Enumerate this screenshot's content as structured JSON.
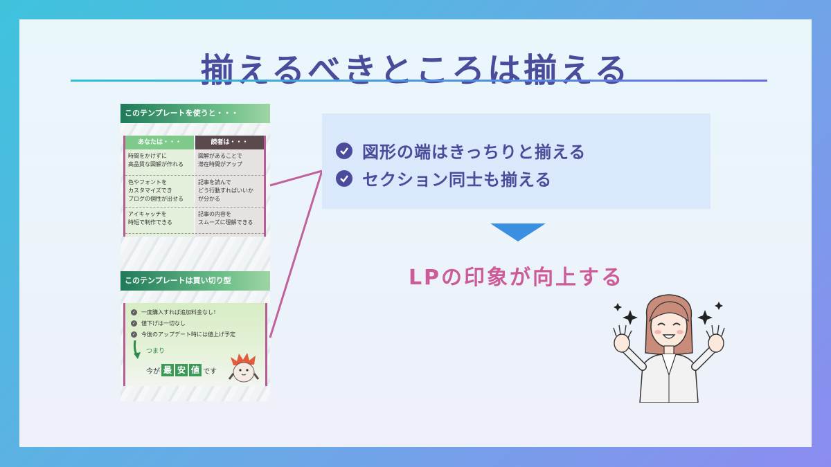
{
  "title": "揃えるべきところは揃える",
  "template_mock": {
    "header1": "このテンプレートを使うと・・・",
    "col_a_header": "あなたは・・・",
    "col_b_header": "読者は・・・",
    "col_a_rows": [
      "時間をかけずに\n高品質な図解が作れる",
      "色やフォントを\nカスタマイズでき\nブログの個性が出せる",
      "アイキャッチを\n時短で制作できる"
    ],
    "col_b_rows": [
      "図解があることで\n滞在時間がアップ",
      "記事を読んで\nどう行動すればいいか\nが分かる",
      "記事の内容を\nスムーズに理解できる"
    ],
    "header2": "このテンプレートは買い切り型",
    "bullets": [
      "一度購入すれば追加料金なし！",
      "値下げは一切なし",
      "今後のアップデート時には値上げ予定"
    ],
    "tsumari": "つまり",
    "price_prefix": "今が",
    "price_k1": "最",
    "price_k2": "安",
    "price_k3": "値",
    "price_suffix": "です"
  },
  "points": [
    "図形の端はきっちりと揃える",
    "セクション同士も揃える"
  ],
  "result": "LPの印象が向上する",
  "colors": {
    "title": "#4a4b9a",
    "accent_pink": "#cc5c97",
    "arrow_blue": "#3a8fe0",
    "panel_bg": "#d9e8fb"
  },
  "icons": [
    "check-circle-icon",
    "down-arrow-icon",
    "sparkle-icon"
  ]
}
